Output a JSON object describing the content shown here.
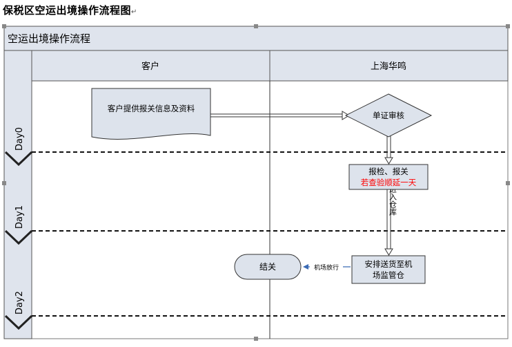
{
  "document": {
    "title": "保税区空运出境操作流程图",
    "paragraph_mark": "↵"
  },
  "diagram": {
    "title": "空运出境操作流程",
    "lanes": [
      {
        "name": "客户"
      },
      {
        "name": "上海华鸣"
      }
    ],
    "phases": [
      {
        "label": "Day0"
      },
      {
        "label": "Day1"
      },
      {
        "label": "Day2"
      }
    ],
    "nodes": {
      "customer_info": {
        "text": "客户提供报关信息及资料",
        "shape": "document"
      },
      "doc_review": {
        "text": "单证审核",
        "shape": "decision"
      },
      "inspection": {
        "line1": "报检、报关",
        "line2": "若查验顺延一天",
        "line2_color": "#ff0000",
        "shape": "process"
      },
      "delivery": {
        "line1": "安排送货至机",
        "line2": "场监管仓",
        "shape": "process"
      },
      "close": {
        "text": "结关",
        "shape": "terminator"
      }
    },
    "edges": {
      "release_label": "机场放行",
      "fallback_label": "进入仓库"
    },
    "colors": {
      "header_fill": "#dfe4ed",
      "node_fill": "#dde3ec",
      "border": "#333333",
      "release_arrow": "#3b6bb5"
    }
  }
}
